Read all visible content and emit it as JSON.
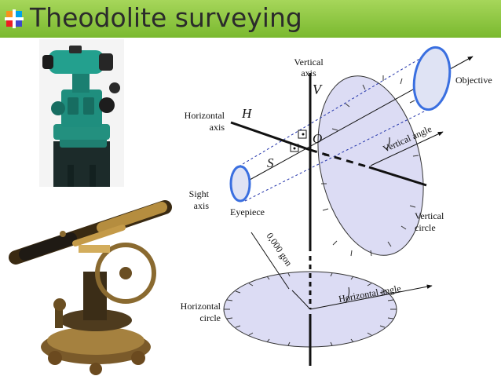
{
  "slide": {
    "title": "Theodolite surveying",
    "title_icon": "plus-bullet-icon",
    "accent_color": "#8cc63f"
  },
  "photos": {
    "modern": "green-theodolite-photo",
    "antique": "brass-theodolite-photo"
  },
  "diagram": {
    "vertical_axis_label": [
      "Vertical",
      "axis"
    ],
    "vertical_axis_letter": "V",
    "horizontal_axis_label": [
      "Horizontal",
      "axis"
    ],
    "horizontal_axis_letter": "H",
    "origin_letter": "O",
    "sight_axis_label": [
      "Sight",
      "axis"
    ],
    "sight_axis_letter": "S",
    "eyepiece_label": "Eyepiece",
    "objective_label": "Objective",
    "vertical_angle_label": "Vertical angle",
    "vertical_circle_label": [
      "Vertical",
      "circle"
    ],
    "zero_gon_label": "0,000 gon",
    "horizontal_angle_label": "Horizontal angle",
    "horizontal_circle_label": [
      "Horizontal",
      "circle"
    ]
  }
}
